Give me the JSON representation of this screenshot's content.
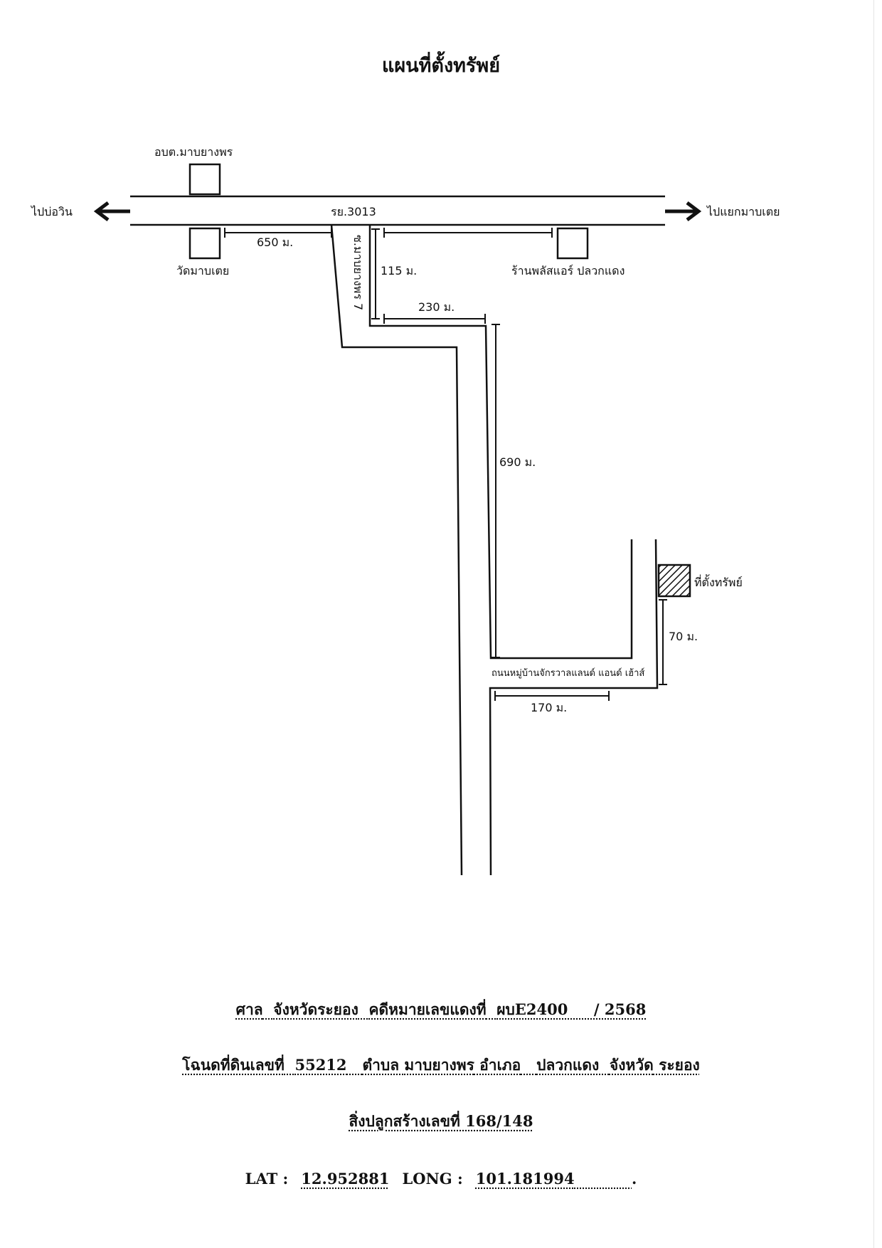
{
  "title": "แผนที่ตั้งทรัพย์",
  "map": {
    "landmarks": {
      "obt": "อบต.มาบยางพร",
      "wat": "วัดมาบเตย",
      "shop": "ร้านพลัสแอร์ ปลวกแดง",
      "property": "ที่ตั้งทรัพย์"
    },
    "directions": {
      "left": "ไปบ่อวิน",
      "right": "ไปแยกมาบเตย"
    },
    "roads": {
      "main": "รย.3013",
      "side": "ซ.มาบยางพร 7",
      "village": "ถนนหมู่บ้านจักรวาลแลนด์ แอนด์ เฮ้าส์"
    },
    "distances": {
      "d650": "650 ม.",
      "d115": "115 ม.",
      "d230": "230 ม.",
      "d690": "690 ม.",
      "d70": "70 ม.",
      "d170": "170 ม."
    }
  },
  "info": {
    "line1": {
      "court": "ศาล",
      "province": "จังหวัดระยอง",
      "case_label": "คดีหมายเลขแดงที่",
      "case_no": "ผบE2400",
      "year": "/ 2568"
    },
    "line2": {
      "deed_label": "โฉนดที่ดินเลขที่",
      "deed_no": "55212",
      "subdistrict_label": "ตำบล",
      "subdistrict": "มาบยางพร",
      "district_label": "อำเภอ",
      "district": "ปลวกแดง",
      "province_label": "จังหวัด",
      "province": "ระยอง"
    },
    "line3": {
      "building_label": "สิ่งปลูกสร้างเลขที่",
      "building_no": "168/148"
    },
    "line4": {
      "lat_label": "LAT :",
      "lat": "12.952881",
      "long_label": "LONG :",
      "long": "101.181994",
      "end": "."
    }
  }
}
